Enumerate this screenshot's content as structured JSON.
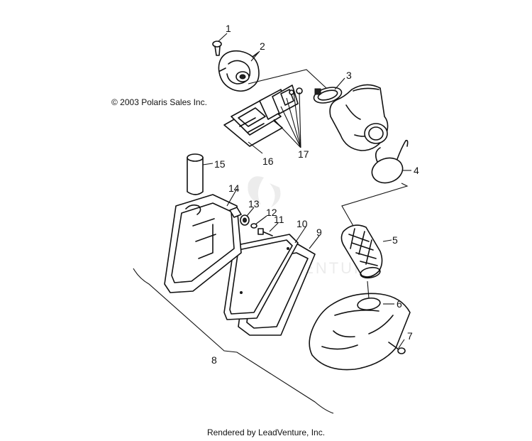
{
  "copyright": "© 2003 Polaris Sales Inc.",
  "footer": "Rendered by LeadVenture, Inc.",
  "watermark_text": "LEADVENTURE",
  "callouts": [
    {
      "id": "1",
      "label": "1"
    },
    {
      "id": "2",
      "label": "2"
    },
    {
      "id": "3",
      "label": "3"
    },
    {
      "id": "4",
      "label": "4"
    },
    {
      "id": "5",
      "label": "5"
    },
    {
      "id": "6",
      "label": "6"
    },
    {
      "id": "7",
      "label": "7"
    },
    {
      "id": "8",
      "label": "8"
    },
    {
      "id": "9",
      "label": "9"
    },
    {
      "id": "10",
      "label": "10"
    },
    {
      "id": "11",
      "label": "11"
    },
    {
      "id": "12",
      "label": "12"
    },
    {
      "id": "13",
      "label": "13"
    },
    {
      "id": "14",
      "label": "14"
    },
    {
      "id": "15",
      "label": "15"
    },
    {
      "id": "16",
      "label": "16"
    },
    {
      "id": "17",
      "label": "17"
    }
  ]
}
